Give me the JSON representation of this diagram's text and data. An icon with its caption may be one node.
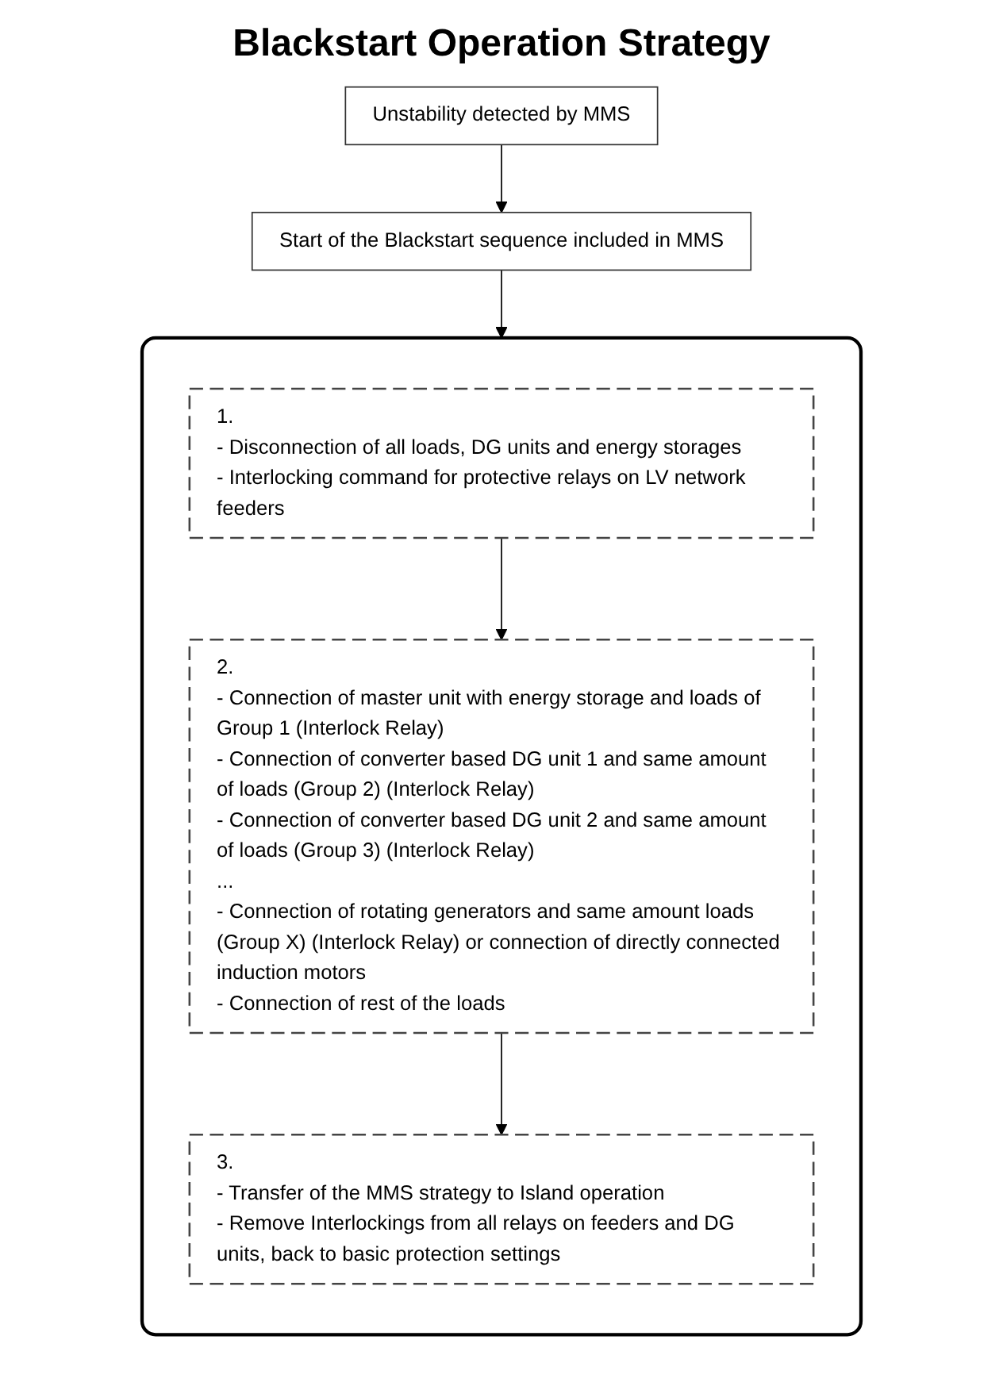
{
  "diagram": {
    "title": "Blackstart Operation Strategy",
    "nodes": [
      {
        "text": [
          "Unstability detected by MMS"
        ]
      },
      {
        "text": [
          "Start of the Blackstart sequence included in MMS"
        ]
      },
      {
        "text": [],
        "shape": "box"
      },
      {
        "text": [
          "1.",
          "- Disconnection of all loads, DG units and energy storages",
          "- Interlocking command for protective relays on LV network feeders"
        ],
        "in": 2
      },
      {
        "text": [
          "2.",
          "- Connection of master unit with energy storage and loads of Group 1 (Interlock Relay)",
          "- Connection of converter based DG unit 1 and same amount of loads (Group 2) (Interlock Relay)",
          "- Connection of converter based DG unit 2 and same amount of loads (Group 3) (Interlock Relay)",
          "...",
          "- Connection of rotating generators and same amount loads (Group X) (Interlock Relay) or connection of directly connected induction motors",
          "- Connection of rest of the loads"
        ],
        "in": 2
      },
      {
        "text": [
          "3.",
          "- Transfer of the MMS strategy to Island operation",
          "- Remove Interlockings from all relays on feeders and DG units, back to basic protection settings"
        ],
        "in": 2
      }
    ],
    "edges": [
      {
        "from": 0,
        "to": 1,
        "arrow": "to"
      },
      {
        "from": 1,
        "to": 2,
        "arrow": "to"
      },
      {
        "from": 3,
        "to": 4,
        "arrow": "to"
      },
      {
        "from": 4,
        "to": 5,
        "arrow": "to"
      }
    ]
  }
}
